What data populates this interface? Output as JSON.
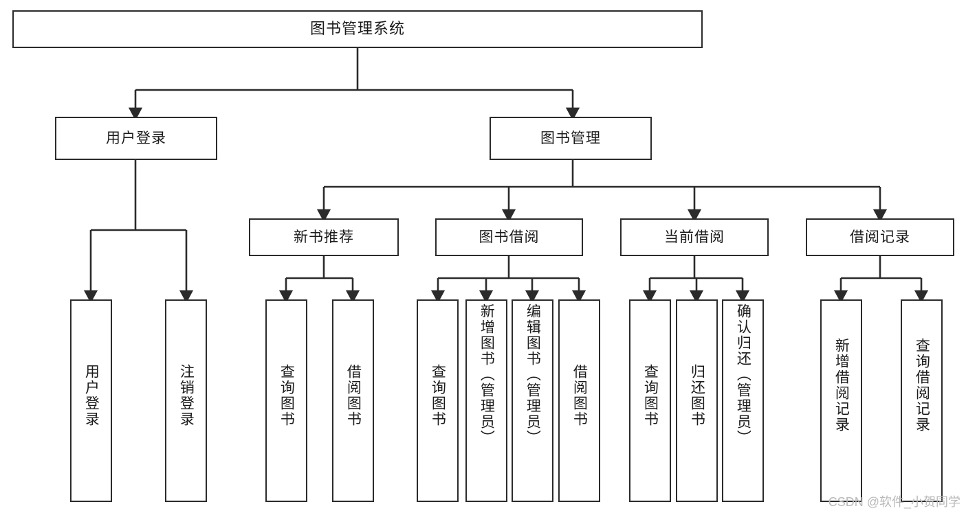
{
  "diagram": {
    "type": "tree",
    "title": "图书管理系统",
    "orientation": "top-down",
    "colors": {
      "box_border": "#2b2b2b",
      "box_fill": "#ffffff",
      "connector": "#2b2b2b",
      "text": "#1b1b1b",
      "watermark": "#b9b9b9",
      "background": "#ffffff"
    },
    "nodes": {
      "root": {
        "label": "图书管理系统"
      },
      "level2": [
        {
          "label": "用户登录"
        },
        {
          "label": "图书管理"
        }
      ],
      "level3": [
        {
          "label": "新书推荐"
        },
        {
          "label": "图书借阅"
        },
        {
          "label": "当前借阅"
        },
        {
          "label": "借阅记录"
        }
      ],
      "leaves": {
        "user_login": [
          {
            "label": "用户登录"
          },
          {
            "label": "注销登录"
          }
        ],
        "new_book_recommend": [
          {
            "label": "查询图书"
          },
          {
            "label": "借阅图书"
          }
        ],
        "book_borrow": [
          {
            "label": "查询图书"
          },
          {
            "label": "新增图书（管理员）"
          },
          {
            "label": "编辑图书（管理员）"
          },
          {
            "label": "借阅图书"
          }
        ],
        "current_borrow": [
          {
            "label": "查询图书"
          },
          {
            "label": "归还图书"
          },
          {
            "label": "确认归还（管理员）"
          }
        ],
        "borrow_record": [
          {
            "label": "新增借阅记录"
          },
          {
            "label": "查询借阅记录"
          }
        ]
      }
    },
    "watermark": "CSDN @软件_小贺同学"
  }
}
